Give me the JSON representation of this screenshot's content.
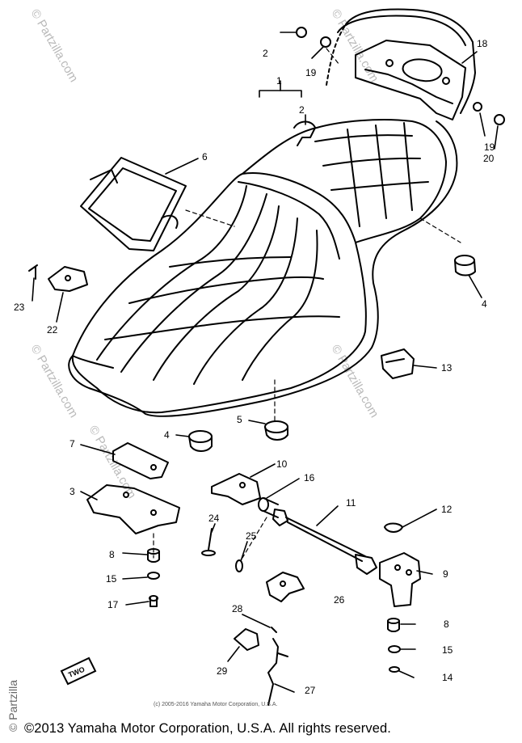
{
  "watermark": "© Partzilla.com",
  "callouts": [
    {
      "id": "1",
      "label": "1"
    },
    {
      "id": "2a",
      "label": "2"
    },
    {
      "id": "2b",
      "label": "2"
    },
    {
      "id": "3",
      "label": "3"
    },
    {
      "id": "4a",
      "label": "4"
    },
    {
      "id": "4b",
      "label": "4"
    },
    {
      "id": "5",
      "label": "5"
    },
    {
      "id": "6",
      "label": "6"
    },
    {
      "id": "7",
      "label": "7"
    },
    {
      "id": "8a",
      "label": "8"
    },
    {
      "id": "8b",
      "label": "8"
    },
    {
      "id": "9",
      "label": "9"
    },
    {
      "id": "10",
      "label": "10"
    },
    {
      "id": "11",
      "label": "11"
    },
    {
      "id": "12",
      "label": "12"
    },
    {
      "id": "13",
      "label": "13"
    },
    {
      "id": "14",
      "label": "14"
    },
    {
      "id": "15a",
      "label": "15"
    },
    {
      "id": "15b",
      "label": "15"
    },
    {
      "id": "16",
      "label": "16"
    },
    {
      "id": "17",
      "label": "17"
    },
    {
      "id": "18",
      "label": "18"
    },
    {
      "id": "19a",
      "label": "19"
    },
    {
      "id": "19b",
      "label": "19"
    },
    {
      "id": "20",
      "label": "20"
    },
    {
      "id": "22",
      "label": "22"
    },
    {
      "id": "23",
      "label": "23"
    },
    {
      "id": "24",
      "label": "24"
    },
    {
      "id": "25",
      "label": "25"
    },
    {
      "id": "26",
      "label": "26"
    },
    {
      "id": "27",
      "label": "27"
    },
    {
      "id": "28",
      "label": "28"
    },
    {
      "id": "29",
      "label": "29"
    }
  ],
  "stamp_text": "TWO",
  "small_credit": "(c) 2005-2016 Yamaha Motor Corporation, U.S.A.",
  "copyright": "©2013 Yamaha Motor Corporation, U.S.A. All rights reserved.",
  "side_mark": "© Partzilla"
}
